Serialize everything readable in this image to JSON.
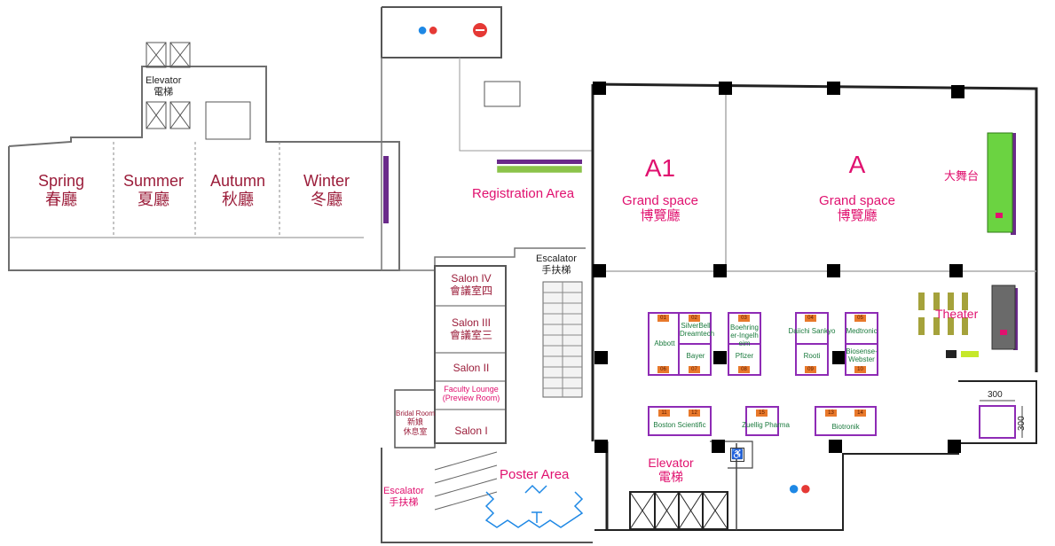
{
  "halls": {
    "spring": {
      "en": "Spring",
      "zh": "春廳"
    },
    "summer": {
      "en": "Summer",
      "zh": "夏廳"
    },
    "autumn": {
      "en": "Autumn",
      "zh": "秋廳"
    },
    "winter": {
      "en": "Winter",
      "zh": "冬廳"
    }
  },
  "elevator_top": {
    "en": "Elevator",
    "zh": "電梯"
  },
  "registration": "Registration Area",
  "escalator_mid": {
    "en": "Escalator",
    "zh": "手扶梯"
  },
  "salons": {
    "s4": {
      "en": "Salon IV",
      "zh": "會議室四"
    },
    "s3": {
      "en": "Salon III",
      "zh": "會議室三"
    },
    "s2": {
      "en": "Salon II"
    },
    "faculty": {
      "line1": "Faculty Lounge",
      "line2": "(Preview Room)"
    },
    "s1": {
      "en": "Salon I"
    },
    "bridal": {
      "line1": "Bridal Room",
      "line2": "新娘",
      "line3": "休息室"
    }
  },
  "escalator_bottom": {
    "en": "Escalator",
    "zh": "手扶梯"
  },
  "poster": "Poster Area",
  "grand_a1": {
    "code": "A1",
    "en": "Grand space",
    "zh": "博覽廳"
  },
  "grand_a": {
    "code": "A",
    "en": "Grand space",
    "zh": "博覽廳"
  },
  "big_stage": "大舞台",
  "theater": "Theater",
  "elevator_bottom": {
    "en": "Elevator",
    "zh": "電梯"
  },
  "dimensions": {
    "w": "300",
    "h": "300"
  },
  "booths": {
    "abbott": {
      "name": "Abbott",
      "n1": "01",
      "n2": "06"
    },
    "silverbell": {
      "name": "SilverBell Dreamtech",
      "n1": "02"
    },
    "bayer": {
      "name": "Bayer",
      "n1": "07"
    },
    "boehringer": {
      "name": "Boehringer-Ingelheim",
      "n1": "03"
    },
    "pfizer": {
      "name": "Pfizer",
      "n1": "08"
    },
    "daiichi": {
      "name": "Daiichi Sankyo",
      "n1": "04"
    },
    "rooti": {
      "name": "Rooti",
      "n1": "09"
    },
    "medtronic": {
      "name": "Medtronic",
      "n1": "05"
    },
    "biosense": {
      "name": "Biosense-Webster",
      "n1": "10"
    },
    "boston": {
      "name": "Boston Scientific",
      "n1": "11",
      "n2": "12"
    },
    "zuellig": {
      "name": "Zuellig Pharma",
      "n1": "15"
    },
    "biotronik": {
      "name": "Biotronik",
      "n1": "13",
      "n2": "14"
    }
  }
}
